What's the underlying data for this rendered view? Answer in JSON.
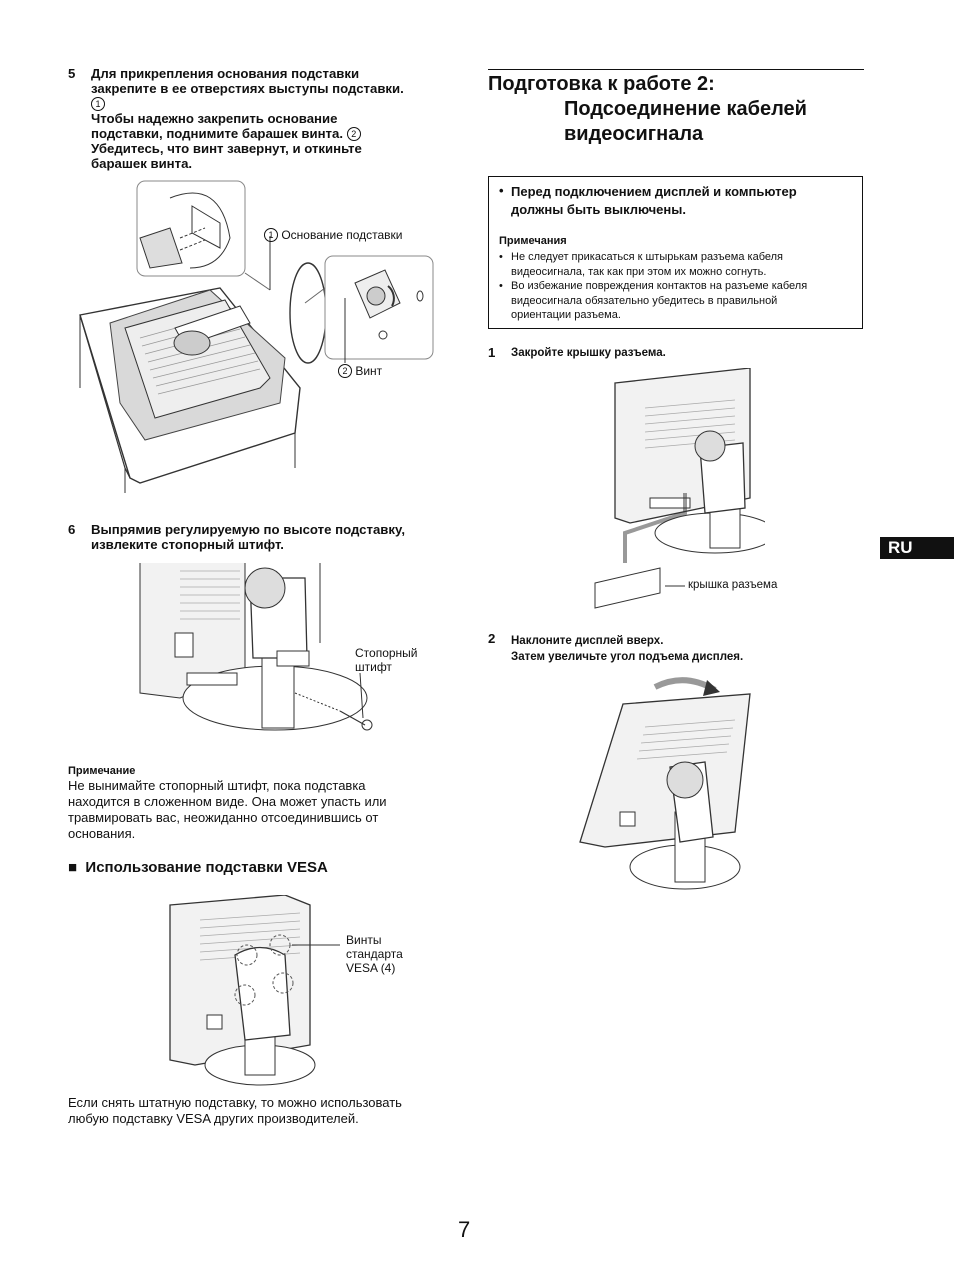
{
  "left": {
    "step5": {
      "num": "5",
      "line1": "Для прикрепления основания подставки",
      "line2": "закрепите в ее отверстиях выступы подставки.",
      "circle1": "1",
      "line3": "Чтобы надежно закрепить основание",
      "line4": "подставки, поднимите барашек винта.",
      "circle2": "2",
      "line5": "Убедитесь, что винт завернут, и откиньте",
      "line6": "барашек винта."
    },
    "fig1": {
      "label1_num": "1",
      "label1": "Основание подставки",
      "label2_num": "2",
      "label2": "Винт"
    },
    "step6": {
      "num": "6",
      "line1": "Выпрямив регулируемую по высоте подставку,",
      "line2": "извлеките стопорный штифт."
    },
    "fig2": {
      "label_l1": "Стопорный",
      "label_l2": "штифт"
    },
    "note": {
      "heading": "Примечание",
      "l1": "Не вынимайте стопорный штифт, пока подставка",
      "l2": "находится в сложенном виде. Она может упасть или",
      "l3": "травмировать вас, неожиданно отсоединившись от",
      "l4": "основания."
    },
    "vesa": {
      "bullet": "■",
      "title": "Использование подставки VESA",
      "fig_l1": "Винты",
      "fig_l2": "стандарта",
      "fig_l3": "VESA (4)",
      "text_l1": "Если снять штатную подставку, то можно использовать",
      "text_l2": "любую подставку VESA других производителей."
    }
  },
  "right": {
    "title_l1": "Подготовка к работе 2:",
    "title_l2": "Подсоединение кабелей",
    "title_l3": "видеосигнала",
    "box": {
      "bullet": "•",
      "main_l1": "Перед подключением дисплей и компьютер",
      "main_l2": "должны быть выключены.",
      "notes_heading": "Примечания",
      "n1_l1": "Не следует прикасаться к штырькам разъема кабеля",
      "n1_l2": "видеосигнала, так как при этом их можно согнуть.",
      "n2_l1": "Во избежание повреждения контактов на разъеме кабеля",
      "n2_l2": "видеосигнала обязательно убедитесь в правильной",
      "n2_l3": "ориентации разъема."
    },
    "step1": {
      "num": "1",
      "text": "Закройте крышку разъема.",
      "fig_label": "крышка разъема"
    },
    "step2": {
      "num": "2",
      "l1": "Наклоните дисплей вверх.",
      "l2": "Затем увеличьте угол подъема дисплея."
    }
  },
  "tab": "RU",
  "page_number": "7"
}
